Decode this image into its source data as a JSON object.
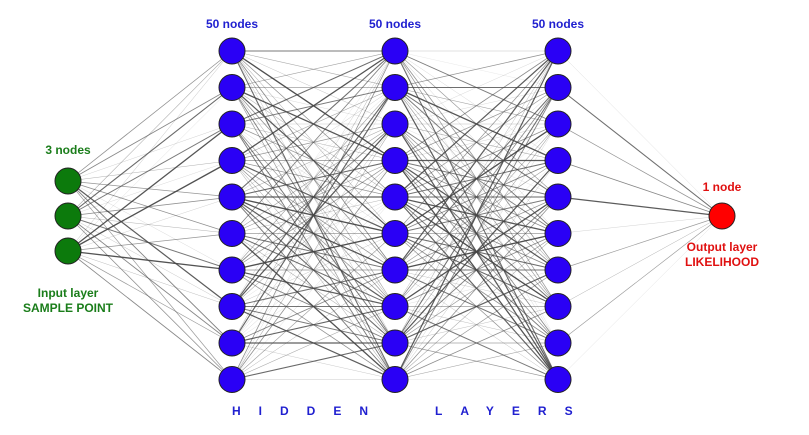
{
  "colors": {
    "input": "#0c7a0c",
    "hidden": "#2a00f5",
    "output": "#ff0000",
    "label_input": "#1a7d1a",
    "label_hidden": "#2020d0",
    "label_output": "#e01010",
    "edge": "#444444"
  },
  "input_layer": {
    "count_label": "3 nodes",
    "name": "Input layer",
    "subtitle": "SAMPLE POINT",
    "drawn_nodes": 3
  },
  "hidden_layers": [
    {
      "count_label": "50 nodes",
      "drawn_nodes": 10
    },
    {
      "count_label": "50 nodes",
      "drawn_nodes": 10
    },
    {
      "count_label": "50 nodes",
      "drawn_nodes": 10
    }
  ],
  "output_layer": {
    "count_label": "1 node",
    "name": "Output layer",
    "subtitle": "LIKELIHOOD",
    "drawn_nodes": 1
  },
  "hidden_caption": {
    "word1": "HIDDEN",
    "word2": "LAYERS"
  }
}
